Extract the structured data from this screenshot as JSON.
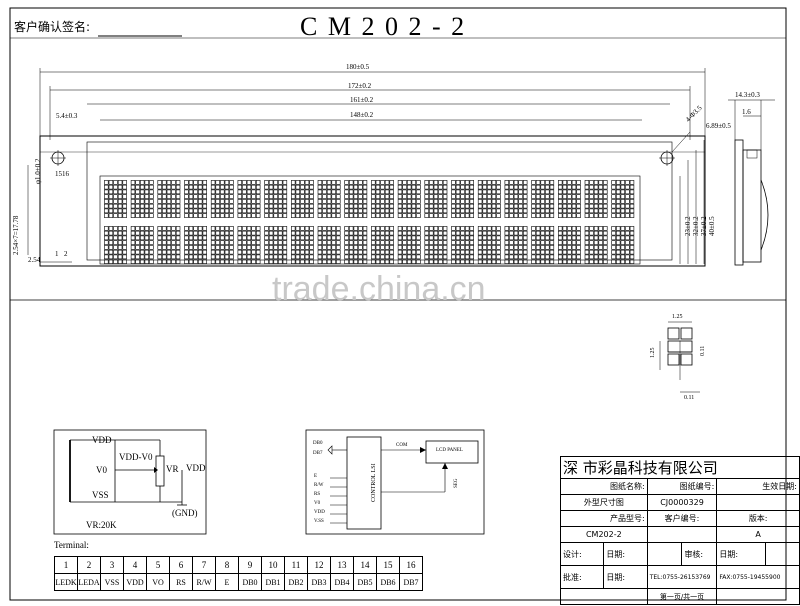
{
  "header": {
    "customer_sign": "客户确认签名:",
    "model_title": "C M 2 0 2 - 2"
  },
  "watermark": "trade.china.cn",
  "dimensions": {
    "w180": "180±0.5",
    "w172": "172±0.2",
    "w161": "161±0.2",
    "w148": "148±0.2",
    "d14_3": "14.3±0.3",
    "d1_6": "1.6",
    "d5_4": "5.4±0.3",
    "d6_89": "6.89±0.5",
    "hole": "4-Φ3.5",
    "pitch": "2.54×7=17.78",
    "d2_54": "2.54",
    "pad": "φ1.0±0.2",
    "pin15": "15",
    "pin16": "16",
    "pin1": "1",
    "pin2": "2",
    "h23": "23±0.2",
    "h32": "32±0.2",
    "h37": "37±0.2",
    "h40": "40±0.5"
  },
  "dot_detail": {
    "a": "1.25",
    "b": "1.25",
    "c": "0.11",
    "d": "0.11"
  },
  "circuit": {
    "vdd": "VDD",
    "vdd_v0": "VDD-V0",
    "v0": "V0",
    "vss": "VSS",
    "vr": "VR",
    "vdd2": "VDD",
    "gnd": "(GND)",
    "vr_value": "VR:20K"
  },
  "block": {
    "db0": "DB0",
    "db7": "DB7",
    "e": "E",
    "rw": "R/W",
    "rs": "RS",
    "v0": "V0",
    "vdd": "VDD",
    "vss": "V.SS",
    "control": "CONTROL LSI",
    "com": "COM",
    "seg": "SEG",
    "lcd_panel": "LCD PANEL"
  },
  "terminal": {
    "label": "Terminal:",
    "numbers": [
      "1",
      "2",
      "3",
      "4",
      "5",
      "6",
      "7",
      "8",
      "9",
      "10",
      "11",
      "12",
      "13",
      "14",
      "15",
      "16"
    ],
    "names": [
      "LEDK",
      "LEDA",
      "VSS",
      "VDD",
      "VO",
      "RS",
      "R/W",
      "E",
      "DB0",
      "DB1",
      "DB2",
      "DB3",
      "DB4",
      "DB5",
      "DB6",
      "DB7"
    ]
  },
  "title_block": {
    "company": "深   市彩晶科技有限公司",
    "drawing_name_label": "图纸名称:",
    "drawing_no_label": "图纸编号:",
    "effective_date_label": "生效日期:",
    "outline_label": "外型尺寸图",
    "drawing_no": "CJ0000329",
    "product_model_label": "产品型号:",
    "customer_no_label": "客户编号:",
    "version_label": "版本:",
    "product_model": "CM202-2",
    "version": "A",
    "design_label": "设计:",
    "date1_label": "日期:",
    "review_label": "审核:",
    "date2_label": "日期:",
    "approve_label": "批准:",
    "date3_label": "日期:",
    "tel": "TEL:0755-26153769",
    "fax": "FAX:0755-19455900",
    "page": "第一页/共一页"
  }
}
